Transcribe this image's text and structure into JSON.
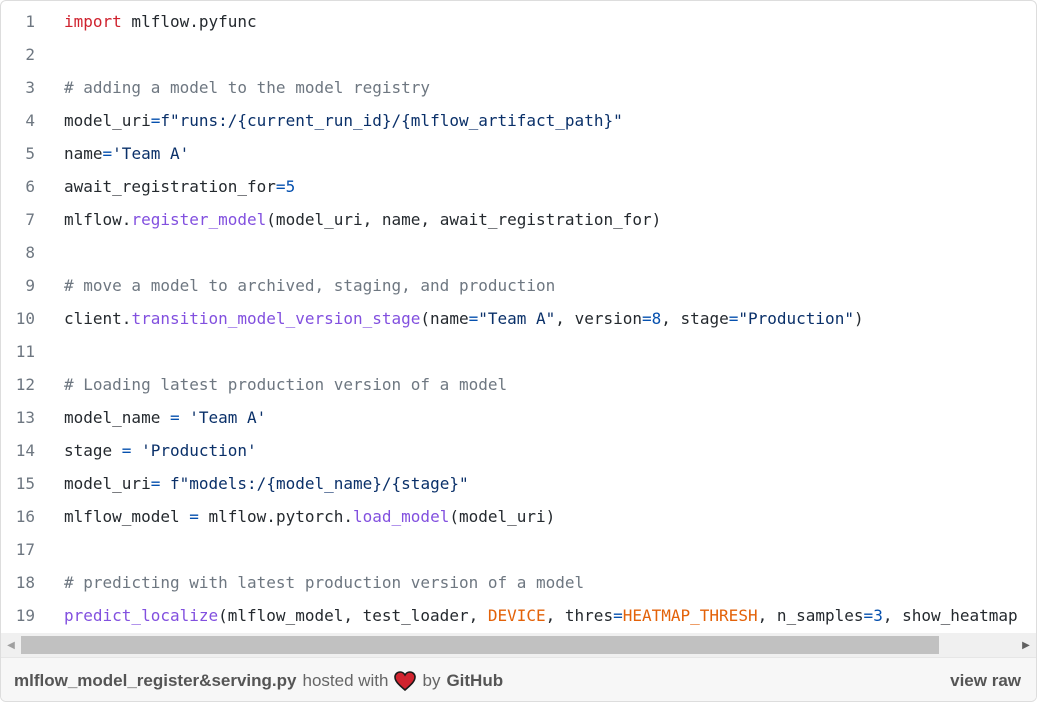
{
  "code": {
    "language": "python",
    "lines": [
      {
        "n": "1",
        "tokens": [
          {
            "t": "import",
            "c": "kw"
          },
          {
            "t": " mlflow.pyfunc"
          }
        ]
      },
      {
        "n": "2",
        "tokens": []
      },
      {
        "n": "3",
        "tokens": [
          {
            "t": "# adding a model to the model registry",
            "c": "cm"
          }
        ]
      },
      {
        "n": "4",
        "tokens": [
          {
            "t": "model_uri"
          },
          {
            "t": "=",
            "c": "op"
          },
          {
            "t": "f\"runs:/{current_run_id}/{mlflow_artifact_path}\"",
            "c": "st"
          }
        ]
      },
      {
        "n": "5",
        "tokens": [
          {
            "t": "name"
          },
          {
            "t": "=",
            "c": "op"
          },
          {
            "t": "'Team A'",
            "c": "st"
          }
        ]
      },
      {
        "n": "6",
        "tokens": [
          {
            "t": "await_registration_for"
          },
          {
            "t": "=",
            "c": "op"
          },
          {
            "t": "5",
            "c": "nu"
          }
        ]
      },
      {
        "n": "7",
        "tokens": [
          {
            "t": "mlflow."
          },
          {
            "t": "register_model",
            "c": "fn"
          },
          {
            "t": "(model_uri, name, await_registration_for)"
          }
        ]
      },
      {
        "n": "8",
        "tokens": []
      },
      {
        "n": "9",
        "tokens": [
          {
            "t": "# move a model to archived, staging, and production",
            "c": "cm"
          }
        ]
      },
      {
        "n": "10",
        "tokens": [
          {
            "t": "client."
          },
          {
            "t": "transition_model_version_stage",
            "c": "fn"
          },
          {
            "t": "(name"
          },
          {
            "t": "=",
            "c": "op"
          },
          {
            "t": "\"Team A\"",
            "c": "st"
          },
          {
            "t": ", version"
          },
          {
            "t": "=",
            "c": "op"
          },
          {
            "t": "8",
            "c": "nu"
          },
          {
            "t": ", stage"
          },
          {
            "t": "=",
            "c": "op"
          },
          {
            "t": "\"Production\"",
            "c": "st"
          },
          {
            "t": ")"
          }
        ]
      },
      {
        "n": "11",
        "tokens": []
      },
      {
        "n": "12",
        "tokens": [
          {
            "t": "# Loading latest production version of a model",
            "c": "cm"
          }
        ]
      },
      {
        "n": "13",
        "tokens": [
          {
            "t": "model_name "
          },
          {
            "t": "=",
            "c": "op"
          },
          {
            "t": " "
          },
          {
            "t": "'Team A'",
            "c": "st"
          }
        ]
      },
      {
        "n": "14",
        "tokens": [
          {
            "t": "stage "
          },
          {
            "t": "=",
            "c": "op"
          },
          {
            "t": " "
          },
          {
            "t": "'Production'",
            "c": "st"
          }
        ]
      },
      {
        "n": "15",
        "tokens": [
          {
            "t": "model_uri"
          },
          {
            "t": "=",
            "c": "op"
          },
          {
            "t": " "
          },
          {
            "t": "f\"models:/{model_name}/{stage}\"",
            "c": "st"
          }
        ]
      },
      {
        "n": "16",
        "tokens": [
          {
            "t": "mlflow_model "
          },
          {
            "t": "=",
            "c": "op"
          },
          {
            "t": " mlflow.pytorch."
          },
          {
            "t": "load_model",
            "c": "fn"
          },
          {
            "t": "(model_uri)"
          }
        ]
      },
      {
        "n": "17",
        "tokens": []
      },
      {
        "n": "18",
        "tokens": [
          {
            "t": "# predicting with latest production version of a model",
            "c": "cm"
          }
        ]
      },
      {
        "n": "19",
        "tokens": [
          {
            "t": "predict_localize",
            "c": "fn"
          },
          {
            "t": "(mlflow_model, test_loader, "
          },
          {
            "t": "DEVICE",
            "c": "cn"
          },
          {
            "t": ", thres"
          },
          {
            "t": "=",
            "c": "op"
          },
          {
            "t": "HEATMAP_THRESH",
            "c": "cn"
          },
          {
            "t": ", n_samples"
          },
          {
            "t": "=",
            "c": "op"
          },
          {
            "t": "3",
            "c": "nu"
          },
          {
            "t": ", show_heatmap"
          }
        ]
      }
    ]
  },
  "scrollbar": {
    "left_arrow": "◀",
    "right_arrow": "▶",
    "position": 0.0
  },
  "footer": {
    "filename": "mlflow_model_register&serving.py",
    "hosted_with": "hosted with",
    "by": "by",
    "brand": "GitHub",
    "view_raw": "view raw"
  },
  "colors": {
    "keyword": "#cf222e",
    "comment": "#6e7781",
    "string": "#0a3069",
    "number": "#0550ae",
    "function": "#8250df",
    "constant": "#e36209",
    "heart": "#d1242f"
  },
  "icons": {
    "heart": "heart-icon"
  }
}
